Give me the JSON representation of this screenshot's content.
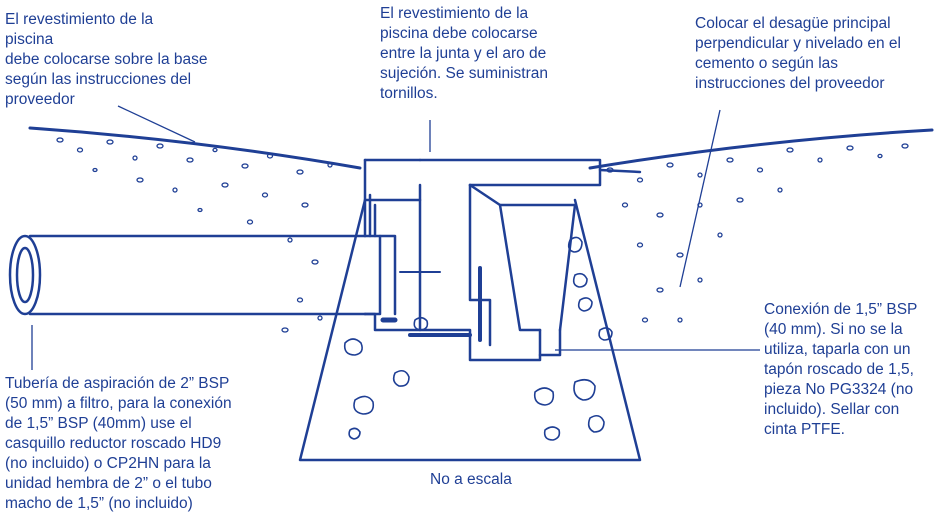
{
  "labels": {
    "liner_base": "El revestimiento de la\npiscina\ndebe colocarse sobre la base\nsegún las instrucciones del\nproveedor",
    "liner_gasket": "El revestimiento de la\npiscina debe colocarse\nentre la junta y el aro de\nsujeción.  Se suministran\ntornillos.",
    "main_drain": "Colocar el desagüe principal\nperpendicular y nivelado en el\ncemento o según las\ninstrucciones del proveedor",
    "connection": "Conexión de 1,5” BSP\n(40 mm). Si no se la\nutiliza, taparla con un\ntapón roscado de 1,5,\npieza No PG3324 (no\nincluido). Sellar con\ncinta PTFE.",
    "suction_pipe": "Tubería de aspiración de 2” BSP\n(50 mm) a filtro, para la conexión\nde 1,5” BSP (40mm) use el\ncasquillo reductor roscado HD9\n(no incluido) o CP2HN para la\nunidad hembra de 2” o el tubo\nmacho de 1,5” (no incluido)",
    "scale_note": "No a escala"
  },
  "colors": {
    "ink": "#1f3f95",
    "background": "#ffffff"
  }
}
